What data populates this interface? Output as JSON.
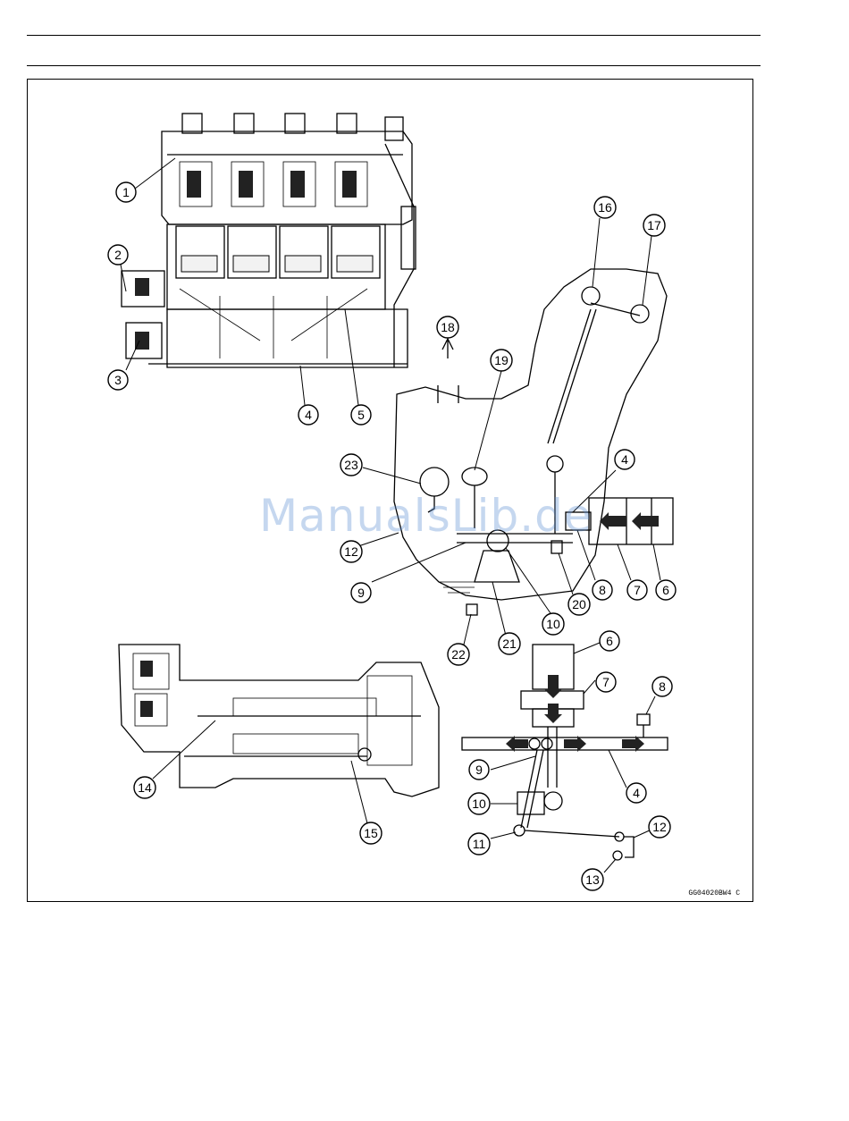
{
  "figure": {
    "code": "GG04020BW4 C",
    "watermark": "ManualsLib.de",
    "callouts": {
      "c1": "1",
      "c2": "2",
      "c3": "3",
      "c4a": "4",
      "c5": "5",
      "c16": "16",
      "c17": "17",
      "c18": "18",
      "c19": "19",
      "c23": "23",
      "c4b": "4",
      "c12a": "12",
      "c9a": "9",
      "c10a": "10",
      "c20": "20",
      "c8a": "8",
      "c7a": "7",
      "c6a": "6",
      "c21": "21",
      "c22": "22",
      "c14": "14",
      "c15": "15",
      "c6b": "6",
      "c7b": "7",
      "c8b": "8",
      "c9b": "9",
      "c4c": "4",
      "c10b": "10",
      "c11": "11",
      "c12b": "12",
      "c13": "13"
    }
  }
}
